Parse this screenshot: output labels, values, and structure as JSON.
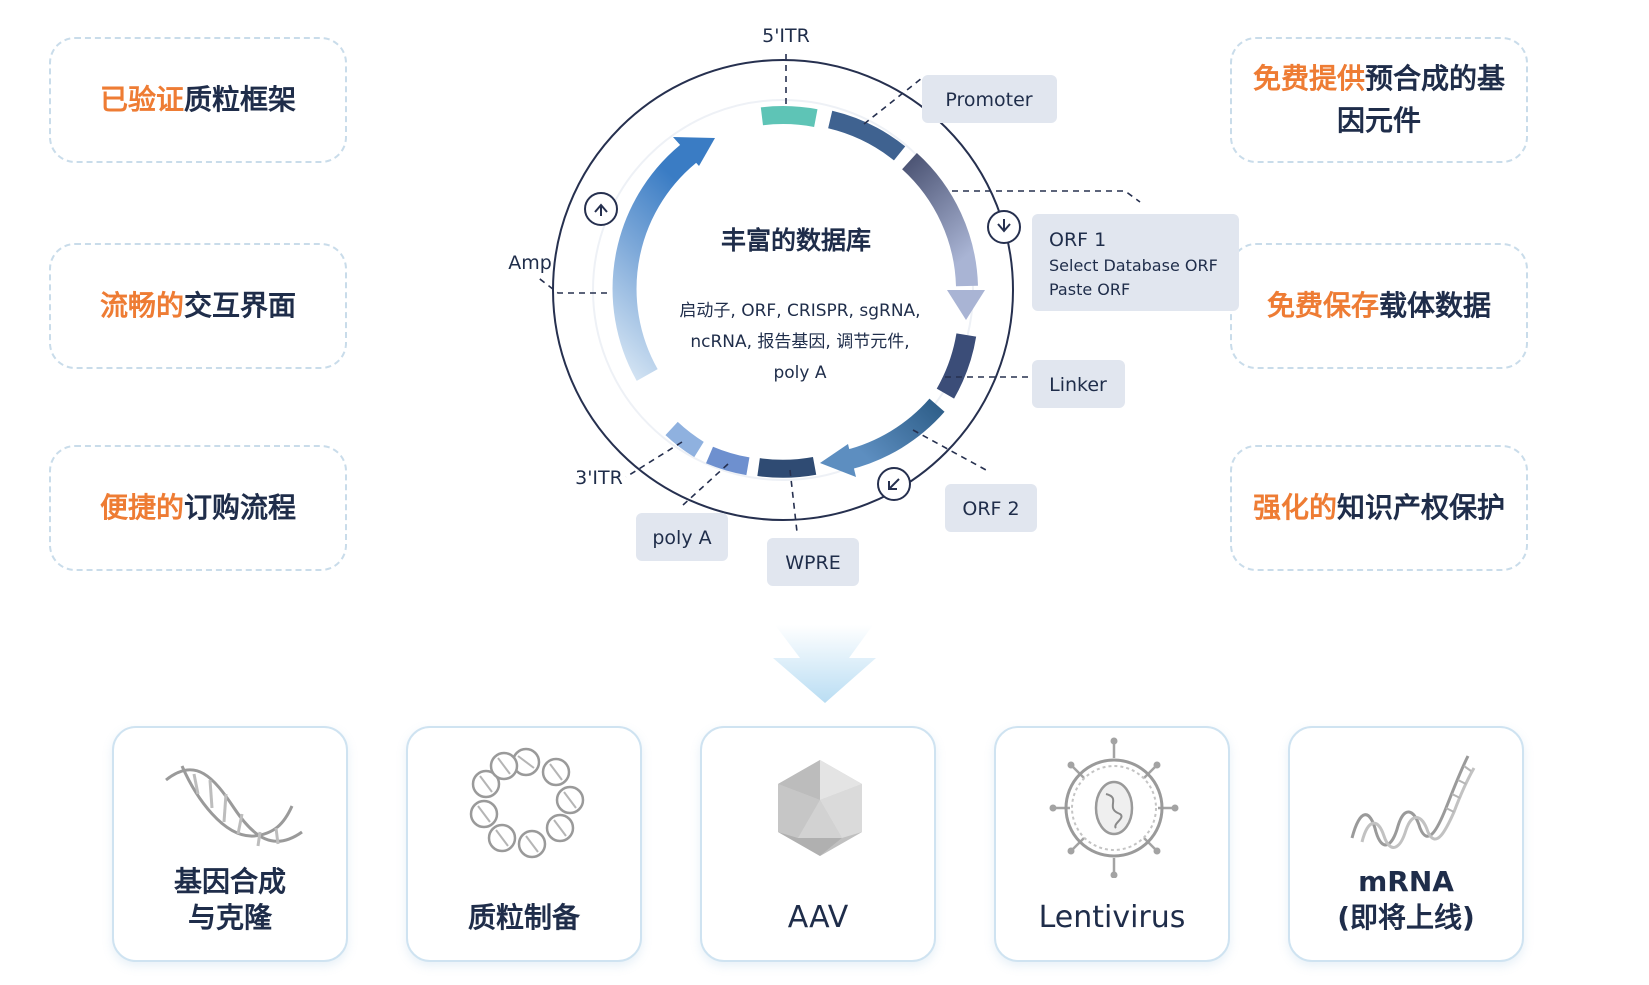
{
  "features_left": [
    {
      "highlight": "已验证",
      "rest": "质粒框架"
    },
    {
      "highlight": "流畅的",
      "rest": "交互界面"
    },
    {
      "highlight": "便捷的",
      "rest": "订购流程"
    }
  ],
  "features_right": [
    {
      "highlight": "免费提供",
      "rest": "预合成的基因元件"
    },
    {
      "highlight": "免费保存",
      "rest": "载体数据"
    },
    {
      "highlight": "强化的",
      "rest": "知识产权保护"
    }
  ],
  "plasmid": {
    "center_title": "丰富的数据库",
    "center_lines": [
      "启动子, ORF, CRISPR, sgRNA,",
      "ncRNA, 报告基因, 调节元件,",
      "poly A"
    ],
    "labels": {
      "itr5": "5'ITR",
      "amp": "Amp",
      "itr3": "3'ITR",
      "promoter": "Promoter",
      "orf1": "ORF 1",
      "orf1_opt1": "Select Database ORF",
      "orf1_opt2": "Paste ORF",
      "linker": "Linker",
      "orf2": "ORF 2",
      "wpre": "WPRE",
      "polya": "poly A"
    }
  },
  "products": [
    {
      "label": "基因合成\n与克隆",
      "icon": "dna-helix-icon"
    },
    {
      "label": "质粒制备",
      "icon": "plasmid-ring-icon"
    },
    {
      "label": "AAV",
      "icon": "icosahedron-capsid-icon"
    },
    {
      "label": "Lentivirus",
      "icon": "lentivirus-icon"
    },
    {
      "label": "mRNA\n(即将上线)",
      "icon": "mrna-strand-icon"
    }
  ],
  "colors": {
    "accent_orange": "#ee7c34",
    "navy": "#1f2d4a",
    "dashed_border": "#c9dcea",
    "label_bg": "#e1e6ef",
    "itr_teal": "#5ec4b6",
    "amp_blue": "#3d7fc6"
  }
}
